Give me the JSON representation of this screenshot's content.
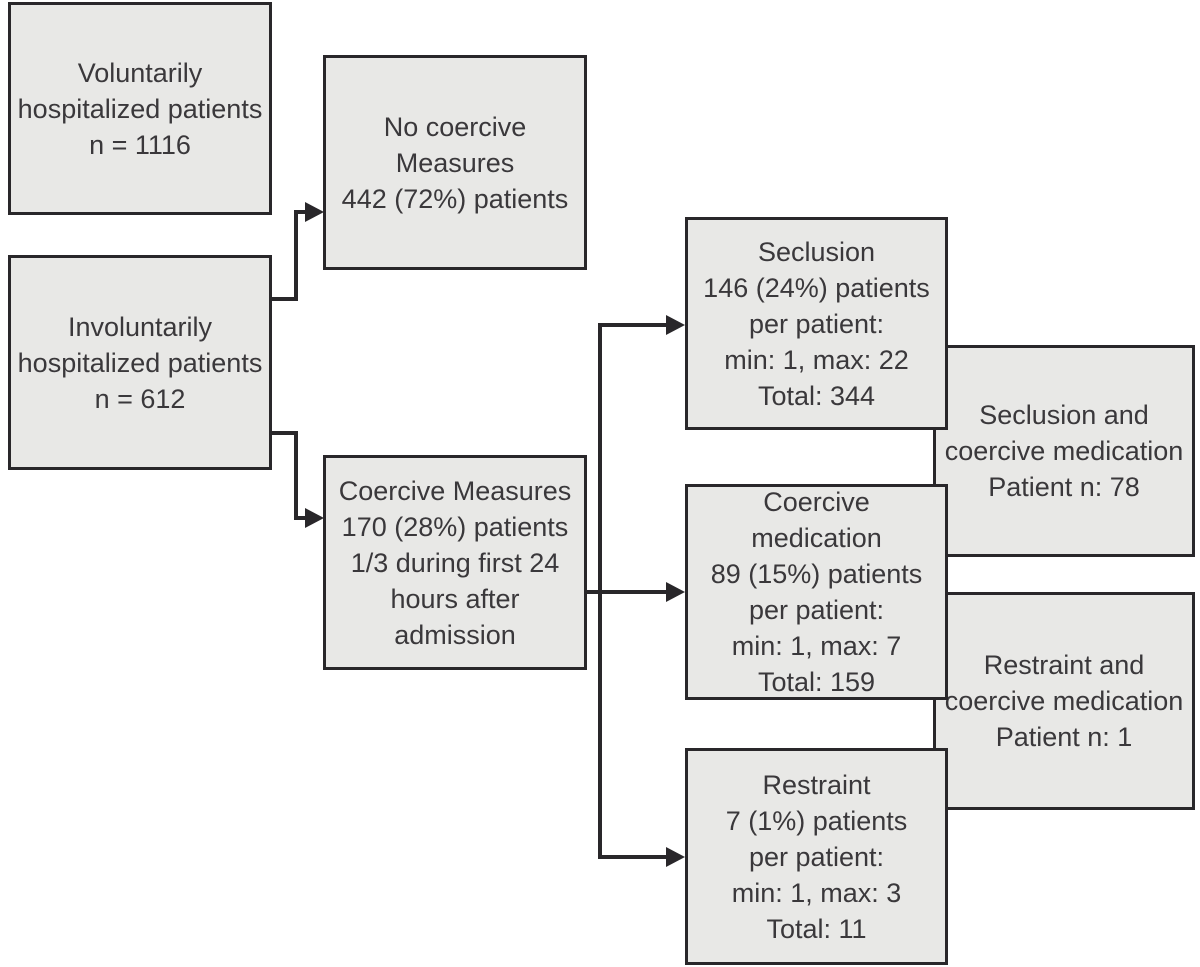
{
  "diagram": {
    "colors": {
      "box_fill": "#e8e8e6",
      "box_border": "#29272a",
      "connector_line": "#29272a",
      "text": "#3a383b",
      "background": "#ffffff"
    },
    "boxes": {
      "voluntary": {
        "lines": [
          "Voluntarily",
          "hospitalized patients",
          "n = 1116"
        ]
      },
      "involuntary": {
        "lines": [
          "Involuntarily",
          "hospitalized patients",
          "n = 612"
        ]
      },
      "no_coercive": {
        "lines": [
          "No coercive",
          "Measures",
          "442 (72%) patients"
        ]
      },
      "coercive": {
        "lines": [
          "Coercive Measures",
          "170 (28%) patients",
          "1/3 during first 24",
          "hours after",
          "admission"
        ]
      },
      "seclusion": {
        "lines": [
          "Seclusion",
          "146 (24%) patients",
          "per patient:",
          "min: 1, max: 22",
          "Total: 344"
        ]
      },
      "coercive_medication": {
        "lines": [
          "Coercive",
          "medication",
          "89 (15%) patients",
          "per patient:",
          "min: 1, max: 7",
          "Total: 159"
        ]
      },
      "restraint": {
        "lines": [
          "Restraint",
          "7 (1%) patients",
          "per patient:",
          "min: 1, max: 3",
          "Total: 11"
        ]
      },
      "seclusion_and_medication": {
        "lines": [
          "Seclusion and",
          "coercive medication",
          "Patient n: 78"
        ]
      },
      "restraint_and_medication": {
        "lines": [
          "Restraint and",
          "coercive medication",
          "Patient n: 1"
        ]
      }
    }
  }
}
